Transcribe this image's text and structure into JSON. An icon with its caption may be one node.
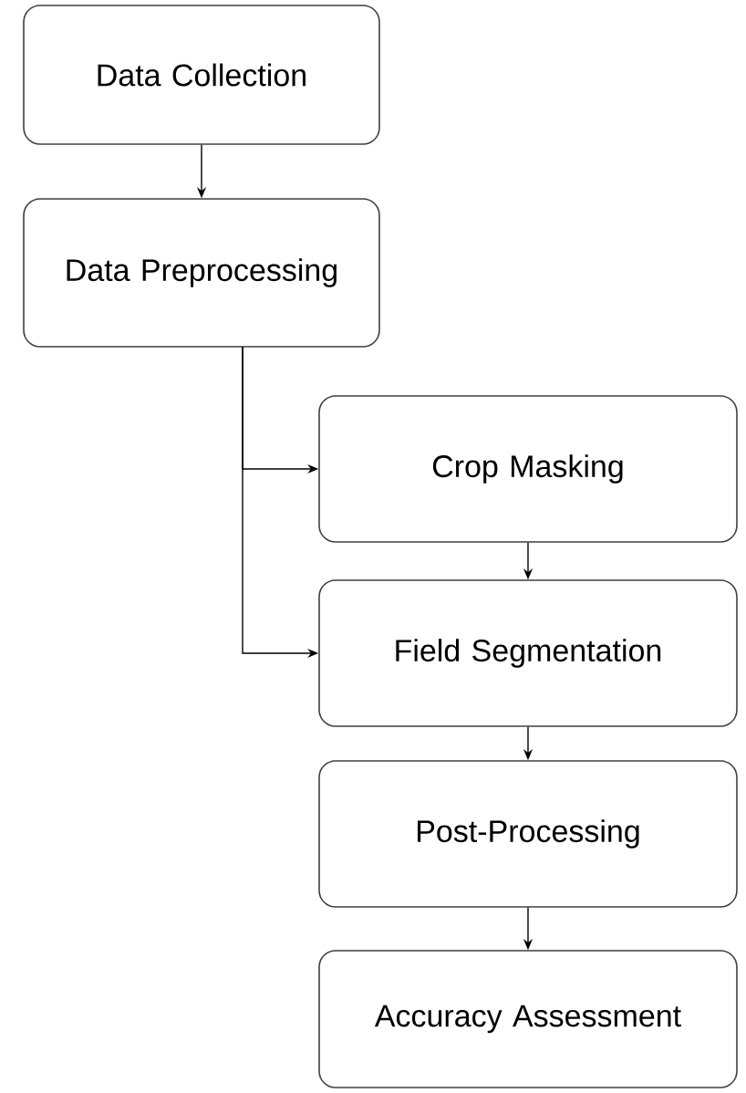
{
  "diagram": {
    "nodes": [
      {
        "text": [
          "Data Collection"
        ]
      },
      {
        "text": [
          "Data Preprocessing"
        ]
      },
      {
        "text": [
          "Crop Masking"
        ]
      },
      {
        "text": [
          "Field Segmentation"
        ]
      },
      {
        "text": [
          "Post-Processing"
        ]
      },
      {
        "text": [
          "Accuracy Assessment"
        ]
      }
    ],
    "edges": [
      {
        "from": 0,
        "to": 1,
        "arrow": "to"
      },
      {
        "from": 1,
        "to": 2,
        "arrow": "to"
      },
      {
        "from": 1,
        "to": 3,
        "arrow": "to"
      },
      {
        "from": 2,
        "to": 3,
        "arrow": "to"
      },
      {
        "from": 3,
        "to": 4,
        "arrow": "to"
      },
      {
        "from": 4,
        "to": 5,
        "arrow": "to"
      }
    ]
  }
}
